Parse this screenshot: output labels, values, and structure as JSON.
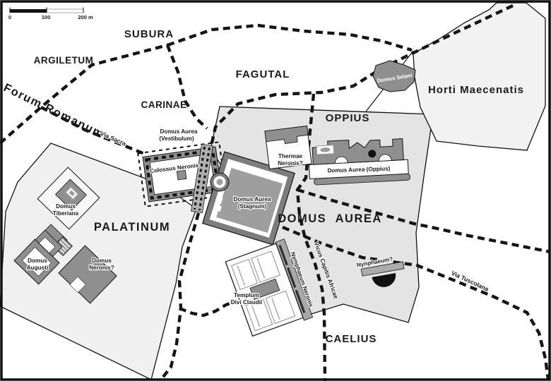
{
  "map": {
    "scalebar": {
      "zero": "0",
      "hundred": "100",
      "two_hundred": "200 m"
    },
    "regions": {
      "subura": "SUBURA",
      "argiletum": "ARGILETUM",
      "forum_romanum": "Forum Romanum",
      "carinae": "CARINAE",
      "fagutal": "FAGUTAL",
      "oppius": "OPPIUS",
      "horti_maecenatis": "Horti Maecenatis",
      "palatinum": "PALATINUM",
      "domus_aurea": "DOMUS AUREA",
      "caelius": "CAELIUS"
    },
    "roads": {
      "via_sacra": "Via Sacra",
      "vicus_capitis_africae": "Vicus Capitis Africae",
      "via_tuscolana": "Via Tuscolana"
    },
    "sites": {
      "domus_selani": "Domus Selani",
      "vestibulum_line1": "Domus Aurea",
      "vestibulum_line2": "(Vestibulum)",
      "colossus_neronis": "Colossus Neronis",
      "thermae_line1": "Thermae",
      "thermae_line2": "Neronis?",
      "domus_aurea_oppius": "Domus Aurea (Oppius)",
      "stagnum_line1": "Domus Aurea",
      "stagnum_line2": "(Stagnum)",
      "tiberiana_line1": "Domus",
      "tiberiana_line2": "Tiberiana",
      "augusti_line1": "Domus",
      "augusti_line2": "Augusti",
      "neronis_line1": "Domus",
      "neronis_line2": "Neronis?",
      "templum_line1": "Templum",
      "templum_line2": "Divi Claudii",
      "nymphaeum_neronis": "Nymphaeum Neronis",
      "nynphaeum": "Nynphaeum?"
    },
    "colors": {
      "palatinum_fill": "#f0f0f0",
      "oppius_fill": "#e4e4e4",
      "horti_fill": "#f2f2f2",
      "building_gray": "#8f8f8f",
      "lake_gray": "#9e9e9e",
      "portico_gray": "#b0b0b0",
      "platform_fill": "#fbfbfb",
      "road_color": "#151515"
    }
  }
}
